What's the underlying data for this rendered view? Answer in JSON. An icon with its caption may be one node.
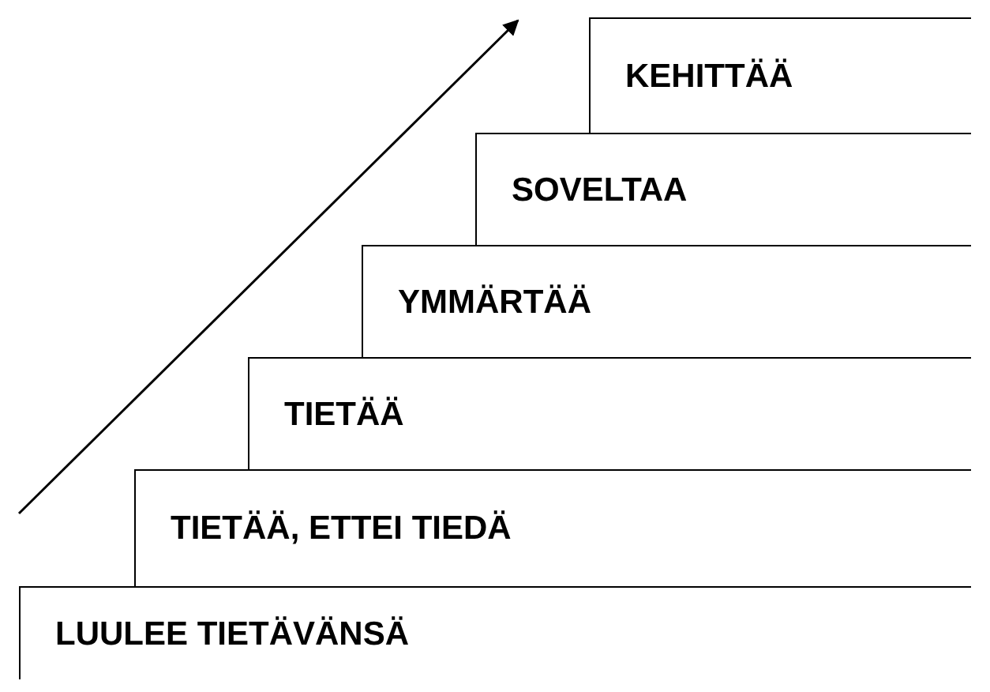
{
  "diagram": {
    "nodes": [
      {
        "text": [
          "LUULEE TIETÄVÄNSÄ"
        ]
      },
      {
        "text": [
          "TIETÄÄ, ETTEI TIEDÄ"
        ]
      },
      {
        "text": [
          "TIETÄÄ"
        ]
      },
      {
        "text": [
          "YMMÄRTÄÄ"
        ]
      },
      {
        "text": [
          "SOVELTAA"
        ]
      },
      {
        "text": [
          "KEHITTÄÄ"
        ]
      }
    ]
  }
}
